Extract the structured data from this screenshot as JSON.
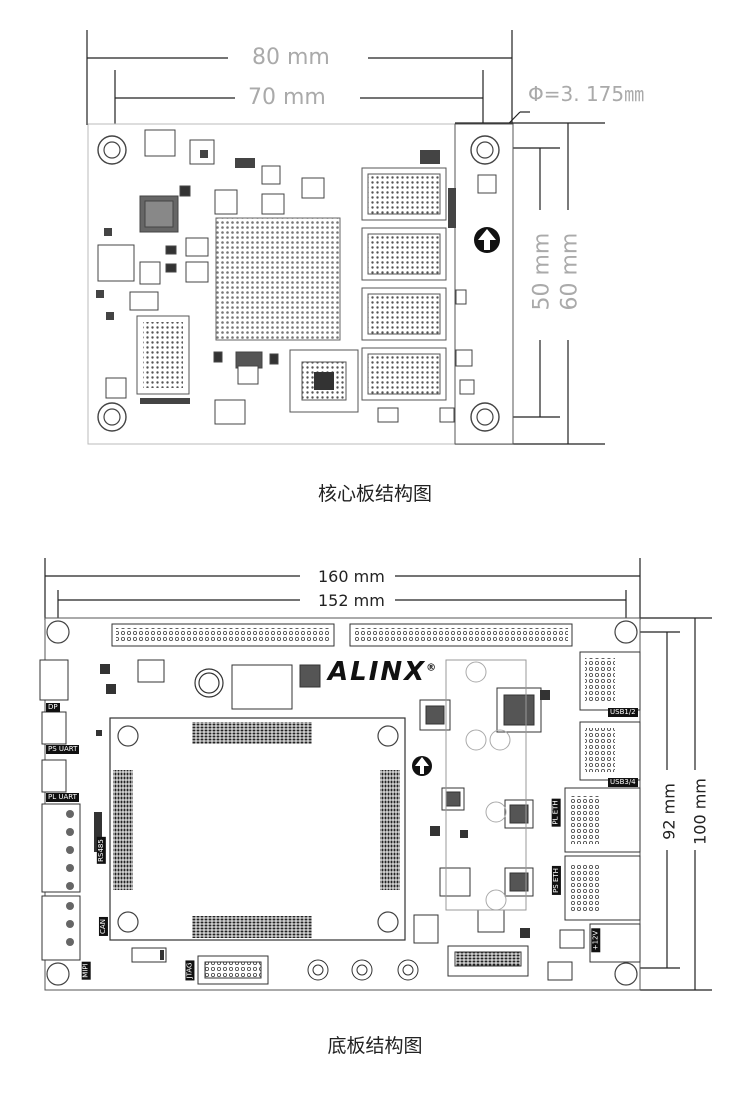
{
  "core": {
    "caption": "核心板结构图",
    "dims": {
      "width_outer": "80 mm",
      "width_inner": "70 mm",
      "height_inner": "50 mm",
      "height_outer": "60 mm",
      "hole": "Φ=3. 175㎜"
    }
  },
  "base": {
    "caption": "底板结构图",
    "brand": "ALINX",
    "dims": {
      "width_outer": "160 mm",
      "width_inner": "152 mm",
      "height_inner": "92 mm",
      "height_outer": "100 mm"
    },
    "labels": {
      "dp": "DP",
      "ps_uart": "PS UART",
      "pl_uart": "PL UART",
      "rs485": "RS485",
      "can": "CAN",
      "mipi": "MIPI",
      "jtag": "JTAG",
      "usb12": "USB1/2",
      "usb34": "USB3/4",
      "pl_eth": "PL ETH",
      "ps_eth": "PS ETH",
      "power": "+12V"
    }
  },
  "colors": {
    "board_outline": "#555555",
    "dimension_core": "#aaaaaa",
    "dimension_base": "#222222",
    "label_bg": "#111111"
  }
}
